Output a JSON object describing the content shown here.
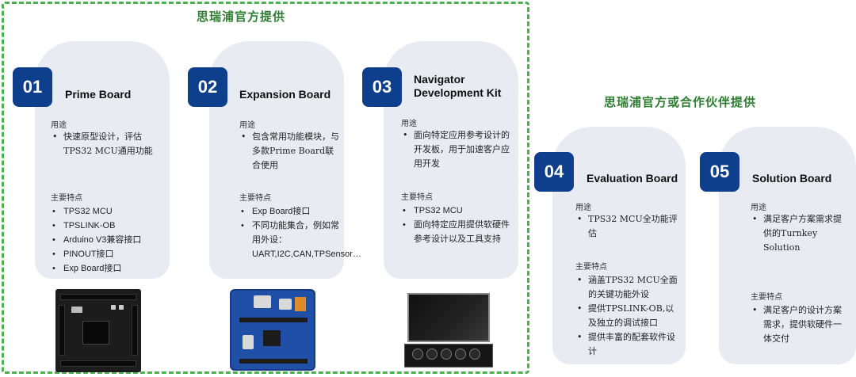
{
  "group_left": {
    "title": "思瑞浦官方提供"
  },
  "group_right": {
    "title": "思瑞浦官方或合作伙伴提供"
  },
  "cards": [
    {
      "number": "01",
      "title": "Prime Board",
      "usage_label": "用途",
      "usage": [
        "快速原型设计，评估TPS32 MCU通用功能"
      ],
      "features_label": "主要特点",
      "features": [
        "TPS32 MCU",
        "TPSLINK-OB",
        "Arduino V3兼容接口",
        "PINOUT接口",
        "Exp Board接口"
      ]
    },
    {
      "number": "02",
      "title": "Expansion Board",
      "usage_label": "用途",
      "usage": [
        "包含常用功能模块，与多款Prime Board联合使用"
      ],
      "features_label": "主要特点",
      "features": [
        "Exp Board接口",
        "不同功能集合，例如常用外设：UART,I2C,CAN,TPSensor…"
      ]
    },
    {
      "number": "03",
      "title": "Navigator Development Kit",
      "usage_label": "用途",
      "usage": [
        "面向特定应用参考设计的开发板，用于加速客户应用开发"
      ],
      "features_label": "主要特点",
      "features": [
        "TPS32 MCU",
        "面向特定应用提供软硬件参考设计以及工具支持"
      ]
    },
    {
      "number": "04",
      "title": "Evaluation Board",
      "usage_label": "用途",
      "usage": [
        "TPS32 MCU全功能评估"
      ],
      "features_label": "主要特点",
      "features": [
        "涵盖TPS32 MCU全面的关键功能外设",
        "提供TPSLINK-OB,以及独立的调试接口",
        "提供丰富的配套软件设计"
      ]
    },
    {
      "number": "05",
      "title": "Solution Board",
      "usage_label": "用途",
      "usage": [
        "满足客户方案需求提供的Turnkey Solution"
      ],
      "features_label": "主要特点",
      "features": [
        "满足客户的设计方案需求，提供软硬件一体交付"
      ]
    }
  ],
  "colors": {
    "badge": "#0e3f8c",
    "frame": "#4caf50",
    "group_title": "#2e7d32",
    "card_bg": "#e8ecf2"
  }
}
